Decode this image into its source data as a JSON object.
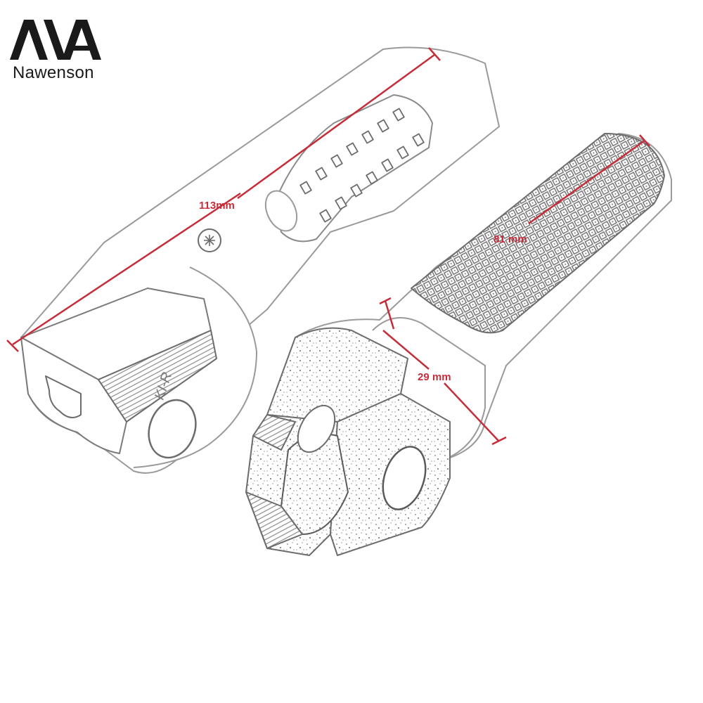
{
  "brand": {
    "logo_icon": "nawenson-logo-icon",
    "name": "Nawenson"
  },
  "product": "motorcycle footpeg pair (line drawing)",
  "dimensions": {
    "length": "113mm",
    "tread_length": "81 mm",
    "diameter": "29 mm"
  },
  "engraving": "KI-R",
  "colors": {
    "dimension": "#c62d3a",
    "line": "#9a9a9a",
    "ink": "#1a1a1a"
  }
}
